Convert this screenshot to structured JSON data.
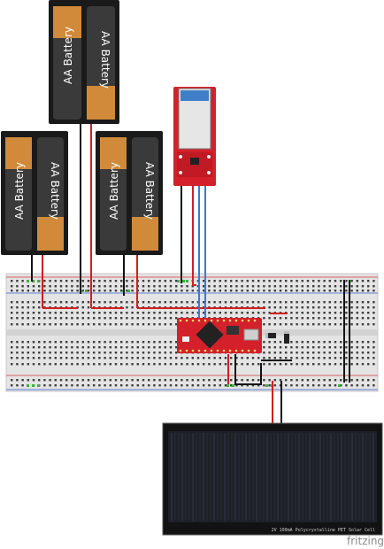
{
  "batteries": [
    {
      "label_left": "AA Battery",
      "label_right": "AA Battery"
    },
    {
      "label_left": "AA Battery",
      "label_right": "AA Battery"
    },
    {
      "label_left": "AA Battery",
      "label_right": "AA Battery"
    }
  ],
  "solar_panel": {
    "caption": "2V 100mA Polycrystalline PET Solar Cell"
  },
  "brand": {
    "name": "fritzing"
  },
  "colors": {
    "wire_red": "#d21f1f",
    "wire_black": "#111111",
    "wire_blue": "#3a7bd5",
    "pcb_red": "#d4202a",
    "breadboard": "#e6e6e6",
    "copper": "#d08a3a"
  }
}
